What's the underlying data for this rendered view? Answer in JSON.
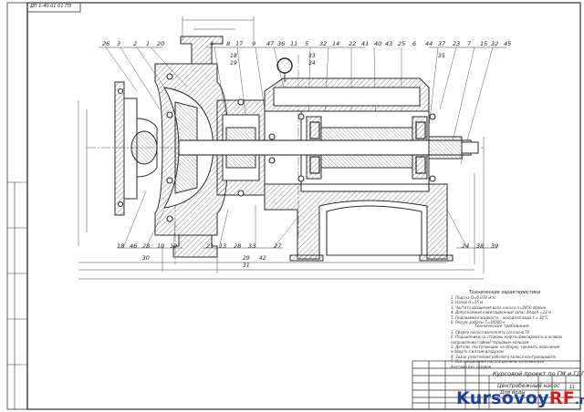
{
  "drawing": {
    "corner_stamp": "ДП 1-40 01 01 ПЗ",
    "title_block_title": "Курсовой проект по ГМ и ГДП",
    "title_block_name": "Центробежный насос",
    "title_block_name2": "Для воды",
    "sheet_number": "11",
    "notes_title": "Технические характеристики",
    "notes": [
      "1. Подача Q=0,078 м³/с",
      "2. Напор Н=35 м",
      "3. Частота вращения вала насоса n=2950 об/мин",
      "4. Допускаемый кавитационный запас Δhдоп =12 м",
      "5. Подаваемая жидкость - холодная вода t = 30°С",
      "6. Ресурс работы Т=30000 ч",
      "Технические требования",
      "1. Сборку насоса выполнять согласно ТУ",
      "2. Подшипники со стороны муфты фиксировать в осевом",
      "   направлении гайкой-торцовым кольцом",
      "3. Детали, поступающие на сборку, промыть керосином",
      "   и обдуть сжатым воздухом",
      "4. Зазор уплотнения рабочего колеса контролировать",
      "5. Все соединения насоса должны затягиваться",
      "   болтами без зазоров"
    ],
    "top_callouts": [
      "26",
      "3",
      "2",
      "1",
      "20",
      "4",
      "8",
      "17",
      "9",
      "47",
      "36",
      "11",
      "5",
      "32",
      "14",
      "22",
      "41",
      "40",
      "43",
      "25",
      "6",
      "44",
      "37",
      "23",
      "7",
      "15",
      "32",
      "45"
    ],
    "bottom_callouts": [
      "18",
      "46",
      "28",
      "10",
      "12",
      "21",
      "13",
      "28",
      "33",
      "27",
      "24",
      "38",
      "39"
    ],
    "extra_callouts": [
      "18",
      "19",
      "33",
      "34",
      "30",
      "35",
      "29",
      "31",
      "42"
    ],
    "brand_main": "KursovoyRF",
    "brand_suffix": ".ru",
    "colors": {
      "line": "#2b2b2b",
      "hatch": "#4a4a4a",
      "brand_blue": "#1c3f9a",
      "brand_red": "#d61c1c"
    }
  }
}
